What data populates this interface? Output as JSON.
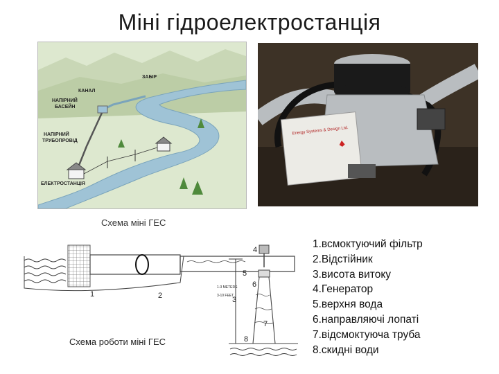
{
  "title": "Міні гідроелектростанція",
  "map": {
    "labels": {
      "reservoir": "ЗАБІР",
      "canal": "КАНАЛ",
      "pressure_basin": "НАПІРНИЙ\nБАСЕЙН",
      "penstock": "НАПІРНИЙ\nТРУБОПРОВІД",
      "powerhouse": "ЕЛЕКТРОСТАНЦІЯ"
    }
  },
  "photo": {
    "label_text": "Energy Systems & Design Ltd."
  },
  "captions": {
    "map_caption": "Схема міні ГЕС",
    "schematic_caption": "Схема  роботи міні ГЕС"
  },
  "schematic": {
    "numbers": [
      "1",
      "2",
      "3",
      "4",
      "5",
      "6",
      "7",
      "8"
    ],
    "height_note_1": "1-3 METERS",
    "height_note_2": "3-10 FEET"
  },
  "legend": [
    "1.всмоктуючий фільтр",
    "2.Відстійник",
    "3.висота витоку",
    "4.Генератор",
    "5.верхня вода",
    "6.направляючі лопаті",
    "7.відсмоктуюча труба",
    "8.скидні води"
  ]
}
